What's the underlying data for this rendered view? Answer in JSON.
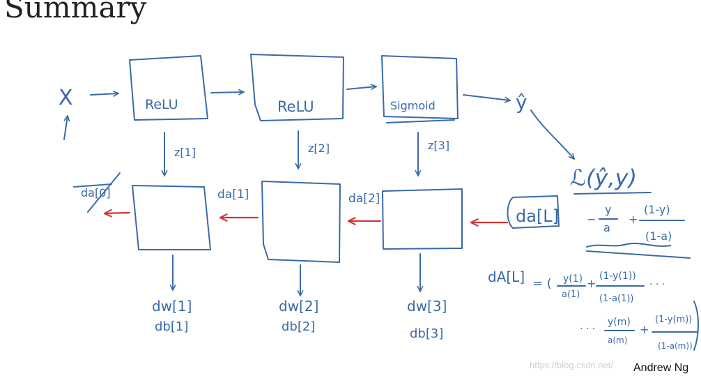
{
  "title": "Summary",
  "colors": {
    "ink": "#3a6aa8",
    "backward_arrow": "#d43434",
    "title": "#222222"
  },
  "forward": {
    "input": "X",
    "blocks": [
      "ReLU",
      "ReLU",
      "Sigmoid"
    ],
    "output": "ŷ",
    "caches": [
      "z[1]",
      "z[2]",
      "z[3]"
    ]
  },
  "backward": {
    "input_grad_crossed": "da[0]",
    "grads": [
      "da[1]",
      "da[2]",
      "da[L]"
    ],
    "params": [
      {
        "dw": "dw[1]",
        "db": "db[1]"
      },
      {
        "dw": "dw[2]",
        "db": "db[2]"
      },
      {
        "dw": "dw[3]",
        "db": "db[3]"
      }
    ]
  },
  "loss": {
    "expr": "ℒ(ŷ,y)",
    "daL_rhs": {
      "minus": "−",
      "t1_num": "y",
      "t1_den": "a",
      "plus": "+",
      "t2_num": "(1-y)",
      "t2_den": "(1-a)"
    },
    "dA": {
      "label": "dA[L]",
      "eq": "= (",
      "t1_num": "y(1)",
      "t1_den": "a(1)",
      "plus": "+",
      "t2_num": "(1-y(1))",
      "t2_den": "(1-a(1))",
      "dots": "· · ·",
      "dots2": "· · ·",
      "t3_num": "y(m)",
      "t3_den": "a(m)",
      "t4_num": "(1-y(m))",
      "t4_den": "(1-a(m))"
    }
  },
  "watermark": "https://blog.csdn.net/",
  "author": "Andrew Ng"
}
